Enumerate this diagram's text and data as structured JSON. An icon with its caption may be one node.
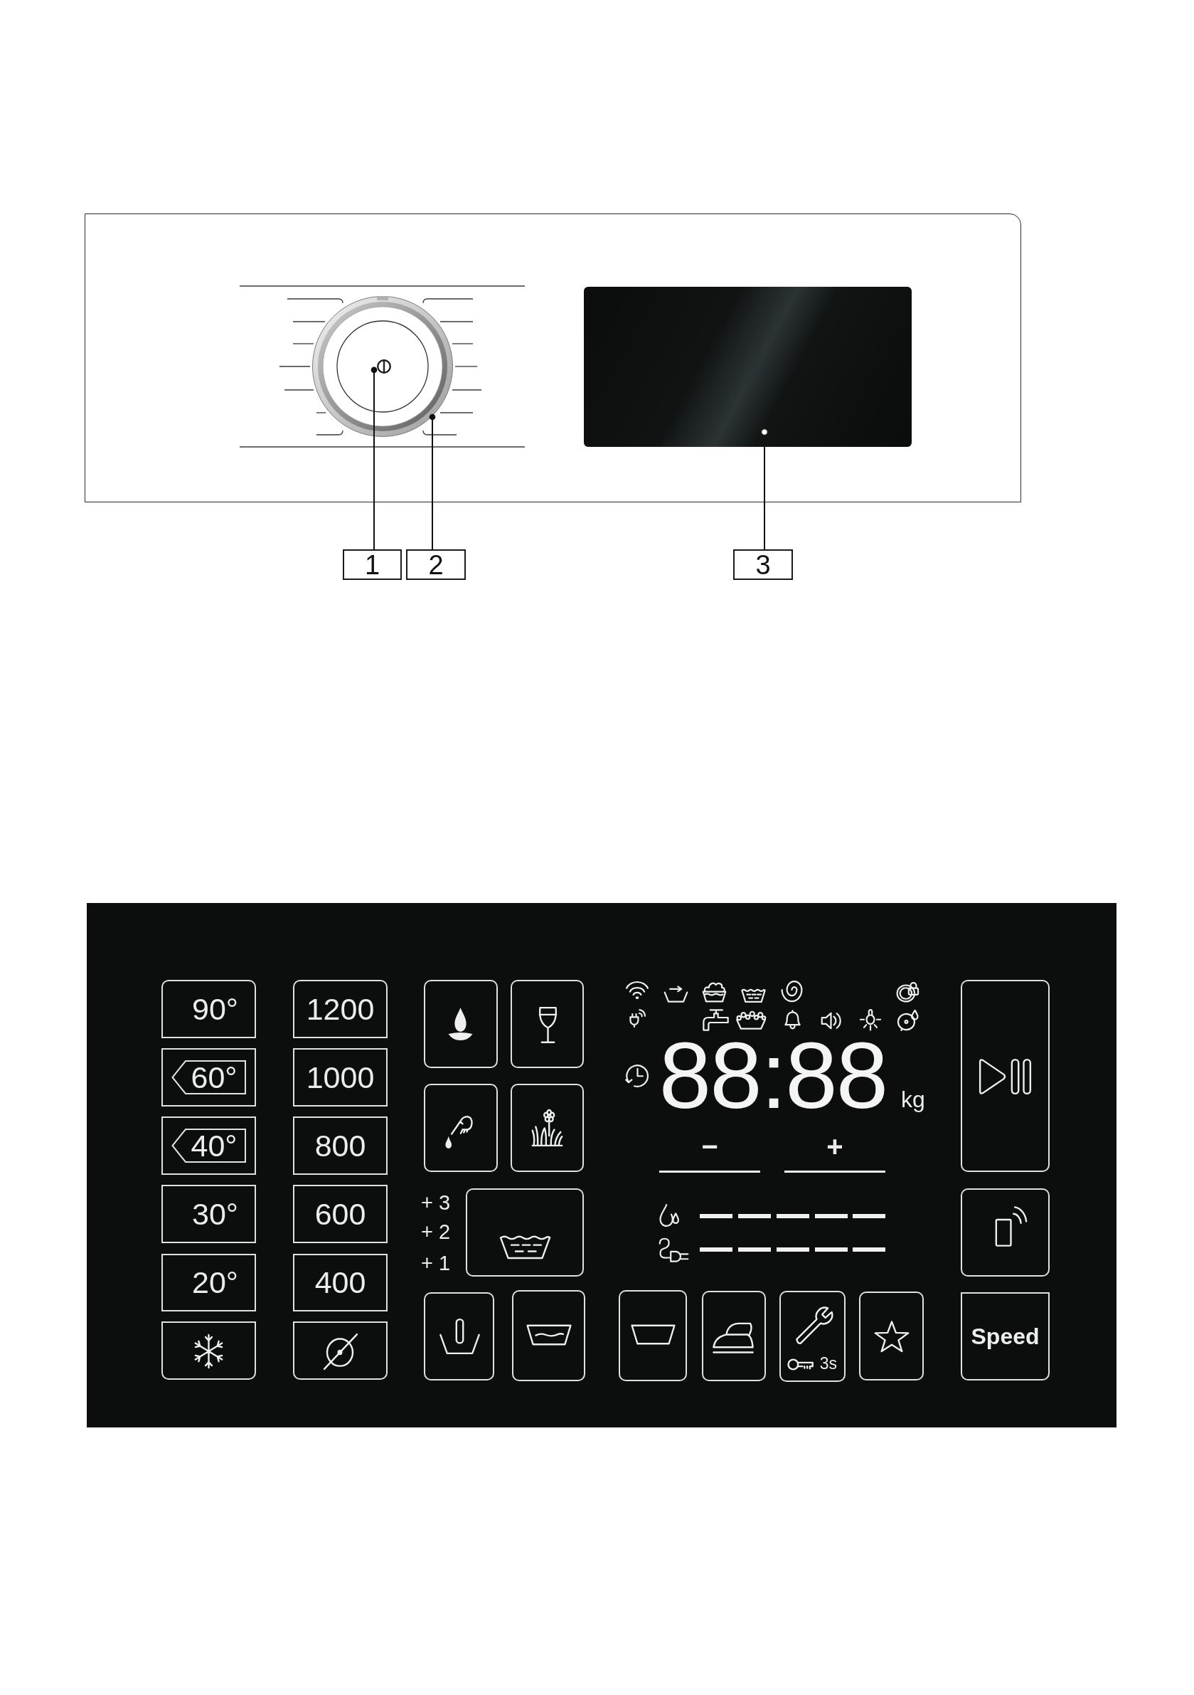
{
  "diagram": {
    "nodes": [
      {
        "text": [],
        "shape": "box"
      },
      {
        "text": [],
        "shape": "circle",
        "in": 0
      },
      {
        "text": [],
        "shape": "circle",
        "in": 1
      },
      {
        "text": [],
        "shape": "box",
        "in": 0
      },
      {
        "text": [
          "1"
        ]
      },
      {
        "text": [
          "2"
        ]
      },
      {
        "text": [
          "3"
        ]
      },
      {
        "text": [],
        "shape": "box"
      },
      {
        "text": [
          "90°"
        ],
        "in": 7
      },
      {
        "text": [],
        "shape": "box",
        "in": 7
      },
      {
        "text": [
          "60°"
        ],
        "in": 9
      },
      {
        "text": [],
        "shape": "box",
        "in": 7
      },
      {
        "text": [
          "40°"
        ],
        "in": 11
      },
      {
        "text": [
          "30°"
        ],
        "in": 7
      },
      {
        "text": [
          "20°"
        ],
        "in": 7
      },
      {
        "text": [],
        "shape": "box",
        "in": 7
      },
      {
        "text": [
          "1200"
        ],
        "in": 7
      },
      {
        "text": [
          "1000"
        ],
        "in": 7
      },
      {
        "text": [
          "800"
        ],
        "in": 7
      },
      {
        "text": [
          "600"
        ],
        "in": 7
      },
      {
        "text": [
          "400"
        ],
        "in": 7
      },
      {
        "text": [],
        "shape": "box",
        "in": 7
      },
      {
        "text": [],
        "shape": "box",
        "in": 7
      },
      {
        "text": [],
        "shape": "box",
        "in": 7
      },
      {
        "text": [],
        "shape": "box",
        "in": 7
      },
      {
        "text": [],
        "shape": "box",
        "in": 7
      },
      {
        "text": [],
        "shape": "box",
        "in": 7
      },
      {
        "text": [],
        "shape": "box",
        "in": 7
      },
      {
        "text": [],
        "shape": "box",
        "in": 7
      },
      {
        "text": [],
        "shape": "box",
        "in": 7
      },
      {
        "text": [],
        "shape": "box",
        "in": 7
      },
      {
        "text": [
          "3s"
        ],
        "in": 7
      },
      {
        "text": [],
        "shape": "box",
        "in": 7
      },
      {
        "text": [],
        "shape": "box",
        "in": 7
      },
      {
        "text": [],
        "shape": "box",
        "in": 7
      },
      {
        "text": [
          "Speed"
        ],
        "in": 7
      }
    ],
    "edges": [
      {
        "from": 4,
        "to": 2,
        "arrow": "other"
      },
      {
        "from": 5,
        "to": 1,
        "arrow": "other"
      },
      {
        "from": 6,
        "to": 3,
        "arrow": "other"
      }
    ],
    "labels": [
      "88:88",
      "kg",
      "−",
      "+",
      "+ 3",
      "+ 2",
      "+ 1"
    ]
  }
}
